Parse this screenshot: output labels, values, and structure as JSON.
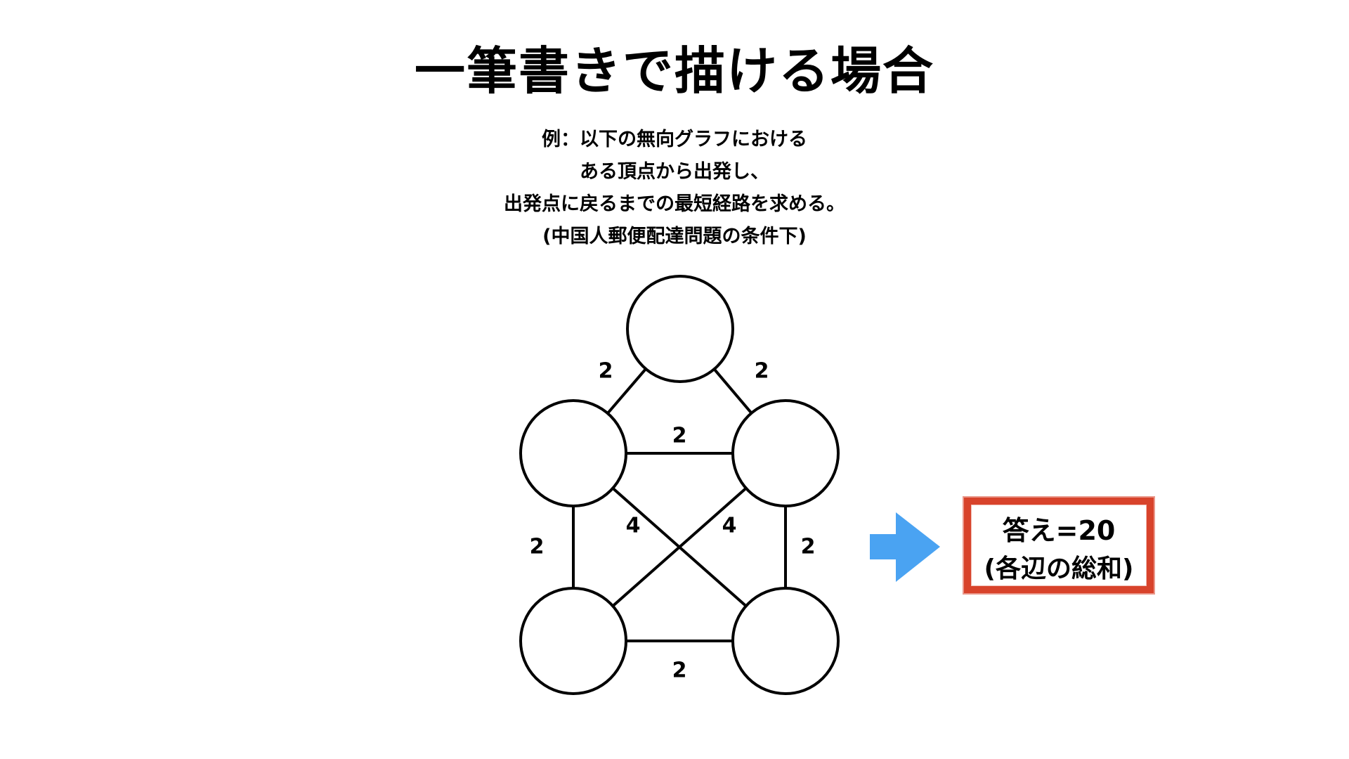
{
  "title": "一筆書きで描ける場合",
  "description": [
    "例：以下の無向グラフにおける",
    "ある頂点から出発し、",
    "出発点に戻るまでの最短経路を求める。",
    "(中国人郵便配達問題の条件下)"
  ],
  "graph": {
    "edge_weights": {
      "top_left": "2",
      "top_right": "2",
      "mid_horizontal": "2",
      "left_vertical": "2",
      "right_vertical": "2",
      "diag_left": "4",
      "diag_right": "4",
      "bottom_horizontal": "2"
    }
  },
  "answer": {
    "line1": "答え=20",
    "line2": "(各辺の総和)"
  },
  "colors": {
    "arrow": "#4aa3f2",
    "answer_border": "#d8432b",
    "stroke": "#000000"
  },
  "icons": {
    "arrow": "right-arrow-icon"
  }
}
